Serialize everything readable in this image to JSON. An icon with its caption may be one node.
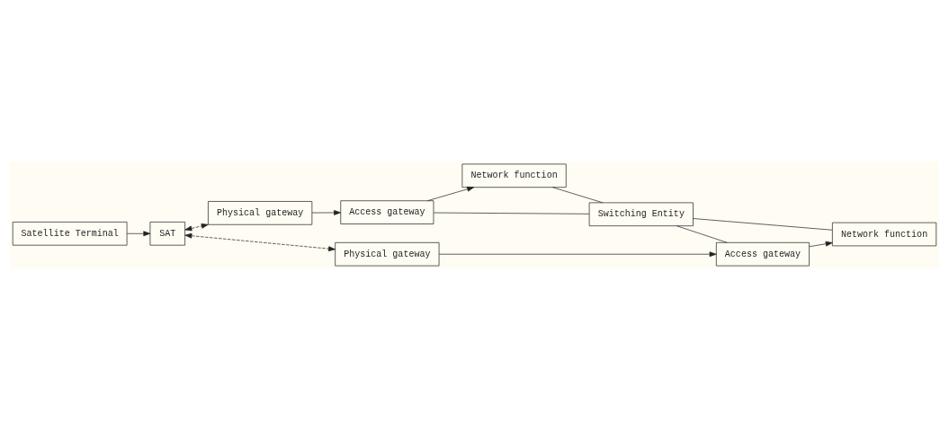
{
  "diagram": {
    "nodes": [
      {
        "text": [
          "Satellite Terminal"
        ]
      },
      {
        "text": [
          "SAT"
        ]
      },
      {
        "text": [
          "Physical gateway"
        ]
      },
      {
        "text": [
          "Access gateway"
        ]
      },
      {
        "text": [
          "Network function"
        ]
      },
      {
        "text": [
          "Switching Entity"
        ]
      },
      {
        "text": [
          "Physical gateway"
        ]
      },
      {
        "text": [
          "Access gateway"
        ]
      },
      {
        "text": [
          "Network function"
        ]
      }
    ],
    "edges": [
      {
        "from": 0,
        "to": 1,
        "arrow": "to"
      },
      {
        "from": 1,
        "to": 2,
        "arrow": "both",
        "style": "dashed"
      },
      {
        "from": 2,
        "to": 3,
        "arrow": "to"
      },
      {
        "from": 3,
        "to": 4,
        "arrow": "to"
      },
      {
        "from": 3,
        "to": 5,
        "arrow": "none"
      },
      {
        "from": 4,
        "to": 5,
        "arrow": "none"
      },
      {
        "from": 5,
        "to": 7,
        "arrow": "none"
      },
      {
        "from": 5,
        "to": 8,
        "arrow": "none"
      },
      {
        "from": 1,
        "to": 6,
        "arrow": "both",
        "style": "dashed"
      },
      {
        "from": 6,
        "to": 7,
        "arrow": "to"
      },
      {
        "from": 7,
        "to": 8,
        "arrow": "to"
      }
    ]
  }
}
